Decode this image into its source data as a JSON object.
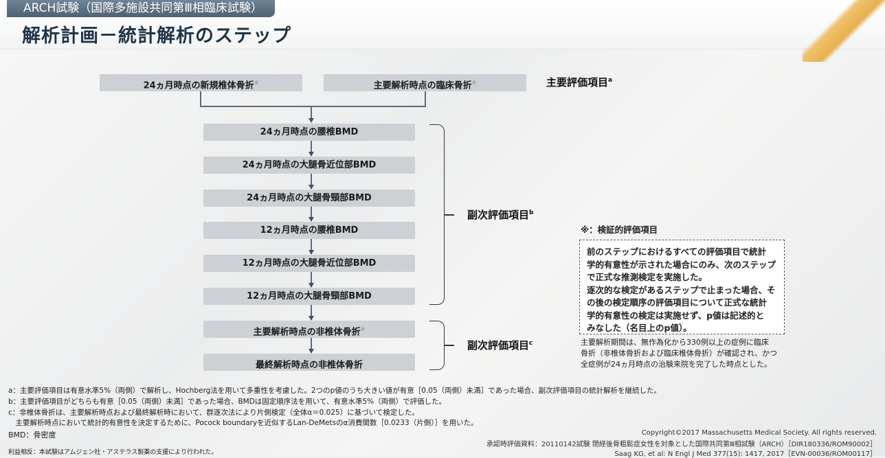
{
  "header": {
    "section_tab": "ARCH試験（国際多施設共同第Ⅲ相臨床試験）",
    "title": "解析計画－統計解析のステップ"
  },
  "flow": {
    "primary_boxes": [
      {
        "label": "24ヵ月時点の新規椎体骨折",
        "mark": "※"
      },
      {
        "label": "主要解析時点の臨床骨折",
        "mark": "※"
      }
    ],
    "primary_label": "主要評価項目",
    "primary_sup": "a",
    "secondary_b_boxes": [
      "24ヵ月時点の腰椎BMD",
      "24ヵ月時点の大腿骨近位部BMD",
      "24ヵ月時点の大腿骨頸部BMD",
      "12ヵ月時点の腰椎BMD",
      "12ヵ月時点の大腿骨近位部BMD",
      "12ヵ月時点の大腿骨頸部BMD"
    ],
    "secondary_b_label": "副次評価項目",
    "secondary_b_sup": "b",
    "secondary_c_boxes": [
      {
        "label": "主要解析時点の非椎体骨折",
        "mark": "※"
      },
      {
        "label": "最終解析時点の非椎体骨折",
        "mark": ""
      }
    ],
    "secondary_c_label": "副次評価項目",
    "secondary_c_sup": "c"
  },
  "note": {
    "title": "※：検証的評価項目",
    "box_lines": [
      "前のステップにおけるすべての評価項目で統計",
      "学的有意性が示された場合にのみ、次のステップ",
      "で正式な推測検定を実施した。",
      "逐次的な検定があるステップで止まった場合、そ",
      "の後の検定順序の評価項目について正式な統計",
      "学的有意性の検定は実施せず、p値は記述的と",
      "みなした（名目上のp値）。"
    ],
    "bottom_lines": [
      "主要解析期間は、無作為化から330例以上の症例に臨床",
      "骨折（非椎体骨折および臨床椎体骨折）が確認され、かつ",
      "全症例が24ヵ月時点の治験来院を完了した時点とした。"
    ]
  },
  "footnotes": [
    "a：主要評価項目は有意水準5%（両側）で解析し、Hochberg法を用いて多重性を考慮した。2つのp値のうち大きい値が有意［0.05（両側）未満］であった場合、副次評価項目の統計解析を継続した。",
    "b：主要評価項目がどちらも有意［0.05（両側）未満］であった場合、BMDは固定順序法を用いて、有意水準5%（両側）で評価した。",
    "c：非椎体骨折は、主要解析時点および最終解析時において、群逐次法により片側検定（全体α＝0.025）に基づいて検定した。",
    "　主要解析時点において統計的有意性を決定するために、Pocock boundaryを近似するLan-DeMetsのα消費関数［0.0233（片側）］を用いた。",
    "BMD：骨密度",
    "利益相反：本試験はアムジェン社・アステラス製薬の支援により行われた。"
  ],
  "credits": [
    "Copyright©2017 Massachusetts Medical Society. All rights reserved.",
    "承認時評価資料：20110142試験 閉経後骨粗鬆症女性を対象とした国際共同第Ⅲ相試験（ARCH）［DIR180336/ROM90002］",
    "Saag KG, et al: N Engl J Med 377(15): 1417, 2017［EVN-00036/ROM00117］"
  ]
}
